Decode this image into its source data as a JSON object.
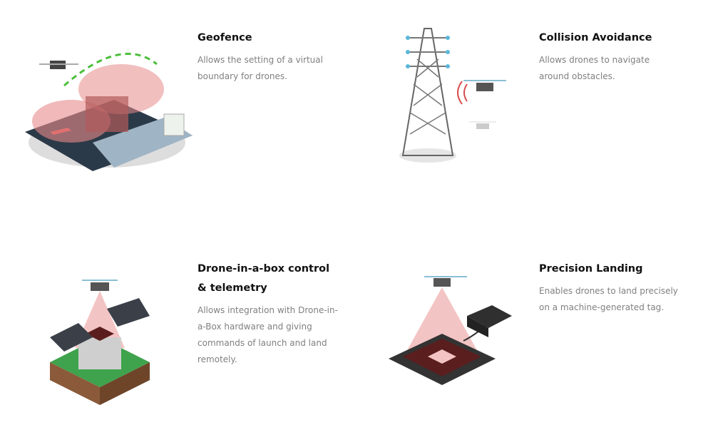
{
  "features": [
    {
      "title": "Geofence",
      "description": "Allows the setting of a virtual boundary for drones.",
      "icon": "geofence-illustration"
    },
    {
      "title": "Collision Avoidance",
      "description": "Allows drones to navigate around obstacles.",
      "icon": "collision-avoidance-illustration"
    },
    {
      "title": "Drone-in-a-box control & telemetry",
      "description": "Allows integration with Drone-in-a-Box hardware and giving commands of launch and land remotely.",
      "icon": "drone-in-a-box-illustration"
    },
    {
      "title": "Precision Landing",
      "description": "Enables drones to land precisely on a machine-generated tag.",
      "icon": "precision-landing-illustration"
    }
  ],
  "colors": {
    "accent_red": "#e88a8a",
    "grass": "#3fa34d",
    "text_dark": "#111111",
    "text_gray": "#808080"
  }
}
